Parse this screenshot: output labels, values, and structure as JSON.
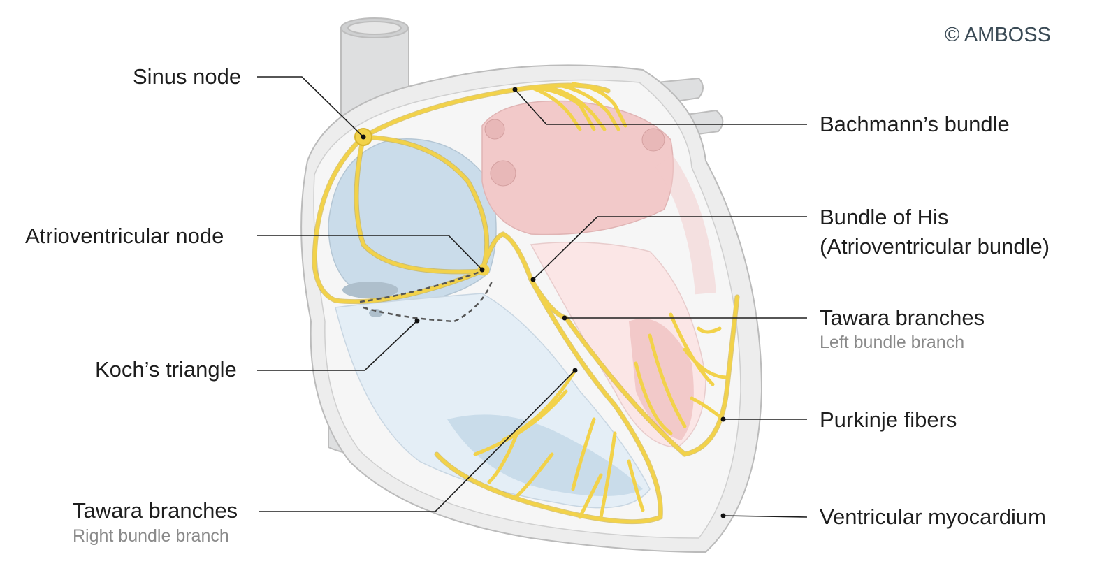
{
  "copyright": "© AMBOSS",
  "labels": {
    "sinus_node": "Sinus node",
    "av_node": "Atrioventricular node",
    "kochs_triangle": "Koch’s triangle",
    "tawara_right": "Tawara branches",
    "tawara_right_sub": "Right bundle branch",
    "bachmann": "Bachmann’s bundle",
    "his": "Bundle of His",
    "his_sub": "(Atrioventricular bundle)",
    "tawara_left": "Tawara branches",
    "tawara_left_sub": "Left bundle branch",
    "purkinje": "Purkinje fibers",
    "ventricular_myocardium": "Ventricular myocardium"
  },
  "colors": {
    "conduction": "#f2d24a",
    "right_heart": "#c9dcea",
    "left_heart": "#f2c8c8",
    "vessel": "#dcdcdc",
    "outline": "#b8b8b8"
  }
}
